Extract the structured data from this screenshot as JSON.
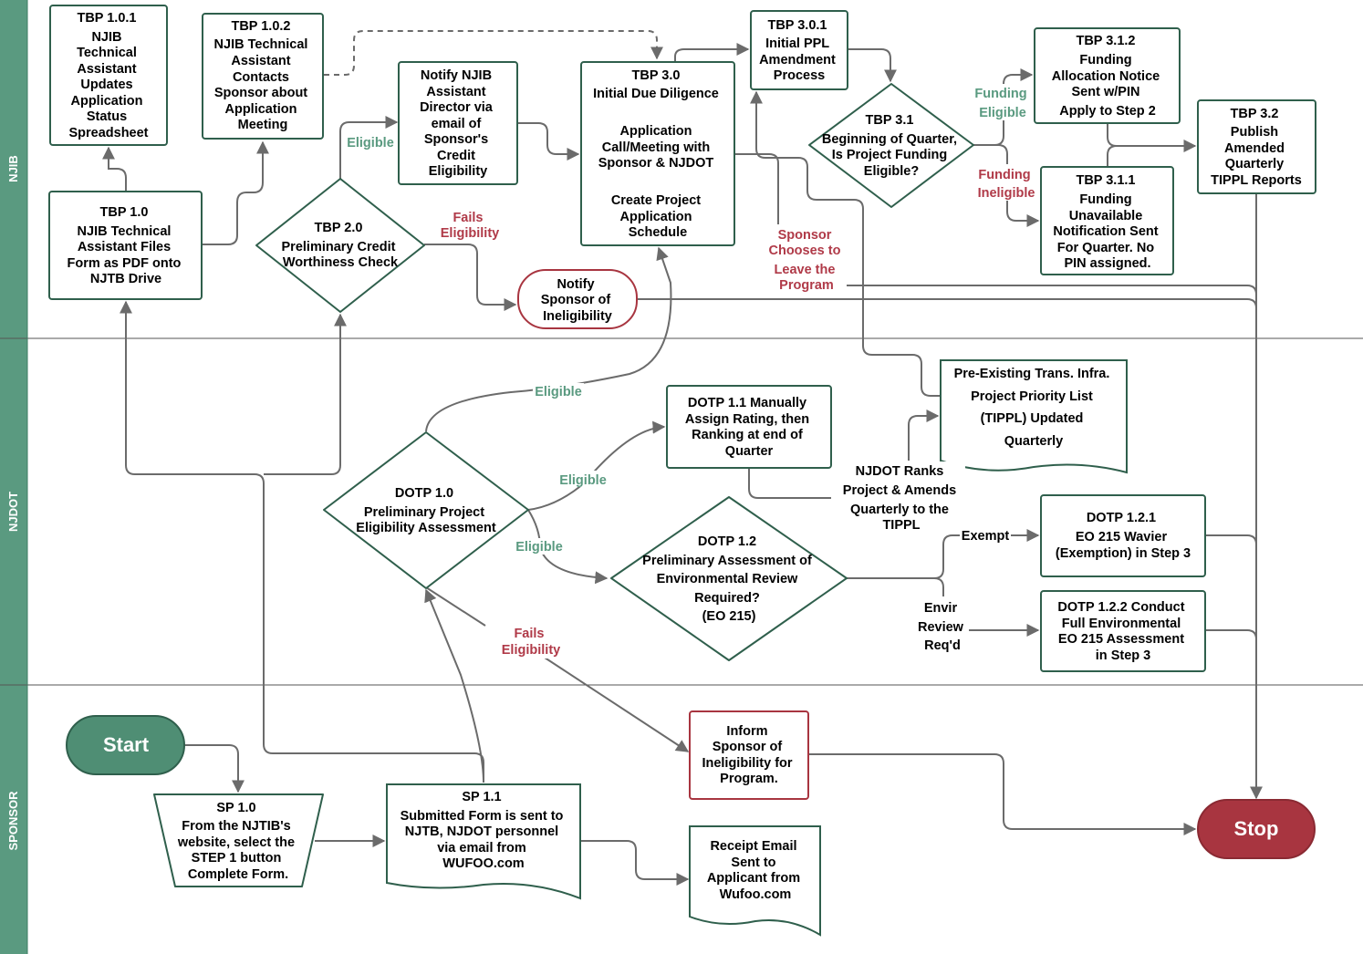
{
  "lanes": [
    {
      "id": "njib",
      "label": "NJIB"
    },
    {
      "id": "njdot",
      "label": "NJDOT"
    },
    {
      "id": "sponsor",
      "label": "SPONSOR"
    }
  ],
  "nodes": {
    "tbp101": [
      "TBP 1.0.1",
      "NJIB",
      "Technical",
      "Assistant",
      "Updates",
      "Application",
      "Status",
      "Spreadsheet"
    ],
    "tbp102": [
      "TBP 1.0.2",
      "NJIB Technical",
      "Assistant",
      "Contacts",
      "Sponsor about",
      "Application",
      "Meeting"
    ],
    "notify_director": [
      "Notify NJIB",
      "Assistant",
      "Director via",
      "email of",
      "Sponsor's",
      "Credit",
      "Eligibility"
    ],
    "tbp30": [
      "TBP 3.0",
      "Initial Due Diligence",
      "",
      "Application",
      "Call/Meeting with",
      "Sponsor & NJDOT",
      "",
      "Create Project",
      "Application",
      "Schedule"
    ],
    "tbp301": [
      "TBP 3.0.1",
      "Initial PPL",
      "Amendment",
      "Process"
    ],
    "tbp31": [
      "TBP 3.1",
      "Beginning of Quarter,",
      "Is Project Funding",
      "Eligible?"
    ],
    "tbp312": [
      "TBP 3.1.2",
      "Funding",
      "Allocation Notice",
      "Sent w/PIN",
      "Apply to Step 2"
    ],
    "tbp311": [
      "TBP 3.1.1",
      "Funding",
      "Unavailable",
      "Notification Sent",
      "For Quarter. No",
      "PIN assigned."
    ],
    "tbp32": [
      "TBP 3.2",
      "Publish",
      "Amended",
      "Quarterly",
      "TIPPL Reports"
    ],
    "tbp10": [
      "TBP 1.0",
      "NJIB Technical",
      "Assistant Files",
      "Form as PDF onto",
      "NJTB Drive"
    ],
    "tbp20": [
      "TBP 2.0",
      "Preliminary Credit",
      "Worthiness Check"
    ],
    "notify_inelig": [
      "Notify",
      "Sponsor of",
      "Ineligibility"
    ],
    "tippl": [
      "Pre-Existing Trans. Infra.",
      "Project Priority List",
      "(TIPPL) Updated",
      "Quarterly"
    ],
    "dotp11": [
      "DOTP 1.1 Manually",
      "Assign Rating, then",
      "Ranking at end of",
      "Quarter"
    ],
    "dotp10": [
      "DOTP 1.0",
      "Preliminary Project",
      "Eligibility Assessment"
    ],
    "dotp12": [
      "DOTP 1.2",
      "Preliminary Assessment of",
      "Environmental Review",
      "Required?",
      "(EO 215)"
    ],
    "dotp121": [
      "DOTP 1.2.1",
      "EO 215 Wavier",
      "(Exemption) in Step 3"
    ],
    "dotp122": [
      "DOTP 1.2.2 Conduct",
      "Full Environmental",
      "EO 215 Assessment",
      "in Step 3"
    ],
    "start": [
      "Start"
    ],
    "sp10": [
      "SP 1.0",
      "From the NJTIB's",
      "website, select the",
      "STEP 1 button",
      "Complete Form."
    ],
    "sp11": [
      "SP 1.1",
      "Submitted Form is sent to",
      "NJTB, NJDOT personnel",
      "via email from",
      "WUFOO.com"
    ],
    "inform": [
      "Inform",
      "Sponsor of",
      "Ineligibility for",
      "Program."
    ],
    "receipt": [
      "Receipt Email",
      "Sent to",
      "Applicant from",
      "Wufoo.com"
    ],
    "stop": [
      "Stop"
    ]
  },
  "edge_labels": {
    "eligible_credit": [
      "Eligible"
    ],
    "fails_credit": [
      "Fails",
      "Eligibility"
    ],
    "funding_eligible": [
      "Funding",
      "Eligible"
    ],
    "funding_ineligible": [
      "Funding",
      "Ineligible"
    ],
    "sponsor_leave": [
      "Sponsor",
      "Chooses to",
      "Leave the",
      "Program"
    ],
    "eligible_dotp_up": [
      "Eligible"
    ],
    "eligible_dotp11": [
      "Eligible"
    ],
    "eligible_dotp12": [
      "Eligible"
    ],
    "fails_dotp": [
      "Fails",
      "Eligibility"
    ],
    "njdot_ranks": [
      "NJDOT Ranks",
      "Project & Amends",
      "Quarterly to the",
      "TIPPL"
    ],
    "exempt": [
      "Exempt"
    ],
    "envir": [
      "Envir",
      "Review",
      "Req'd"
    ]
  },
  "colors": {
    "lane_bar": "#5a9a80",
    "node_border": "#2f5f4c",
    "node_border_red": "#a83540",
    "start_fill": "#4f8e74",
    "stop_fill": "#a83540",
    "label_green": "#5a9a80",
    "label_red": "#b03a48",
    "edge": "#6b6b6b"
  }
}
